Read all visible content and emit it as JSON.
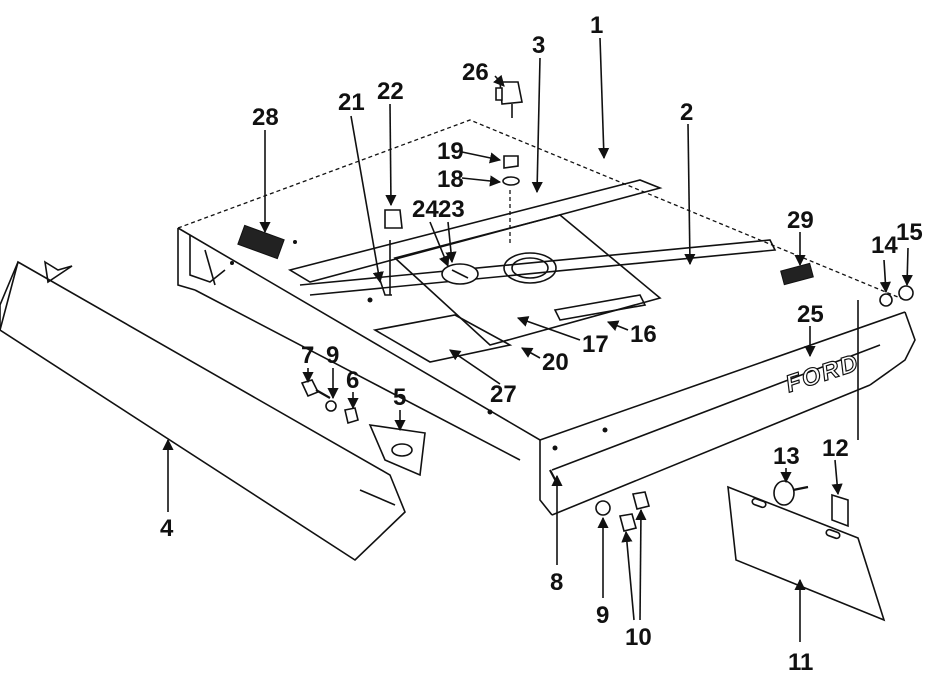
{
  "diagram": {
    "deck_logo": "FORD",
    "callouts": [
      {
        "id": "1",
        "label": "1"
      },
      {
        "id": "2",
        "label": "2"
      },
      {
        "id": "3",
        "label": "3"
      },
      {
        "id": "4",
        "label": "4"
      },
      {
        "id": "5",
        "label": "5"
      },
      {
        "id": "6",
        "label": "6"
      },
      {
        "id": "7",
        "label": "7"
      },
      {
        "id": "8",
        "label": "8"
      },
      {
        "id": "9a",
        "label": "9"
      },
      {
        "id": "9b",
        "label": "9"
      },
      {
        "id": "10",
        "label": "10"
      },
      {
        "id": "11",
        "label": "11"
      },
      {
        "id": "12",
        "label": "12"
      },
      {
        "id": "13",
        "label": "13"
      },
      {
        "id": "14",
        "label": "14"
      },
      {
        "id": "15",
        "label": "15"
      },
      {
        "id": "16",
        "label": "16"
      },
      {
        "id": "17",
        "label": "17"
      },
      {
        "id": "18",
        "label": "18"
      },
      {
        "id": "19",
        "label": "19"
      },
      {
        "id": "20",
        "label": "20"
      },
      {
        "id": "21",
        "label": "21"
      },
      {
        "id": "22",
        "label": "22"
      },
      {
        "id": "23",
        "label": "23"
      },
      {
        "id": "24",
        "label": "24"
      },
      {
        "id": "25",
        "label": "25"
      },
      {
        "id": "26",
        "label": "26"
      },
      {
        "id": "27",
        "label": "27"
      },
      {
        "id": "28",
        "label": "28"
      },
      {
        "id": "29",
        "label": "29"
      }
    ]
  }
}
